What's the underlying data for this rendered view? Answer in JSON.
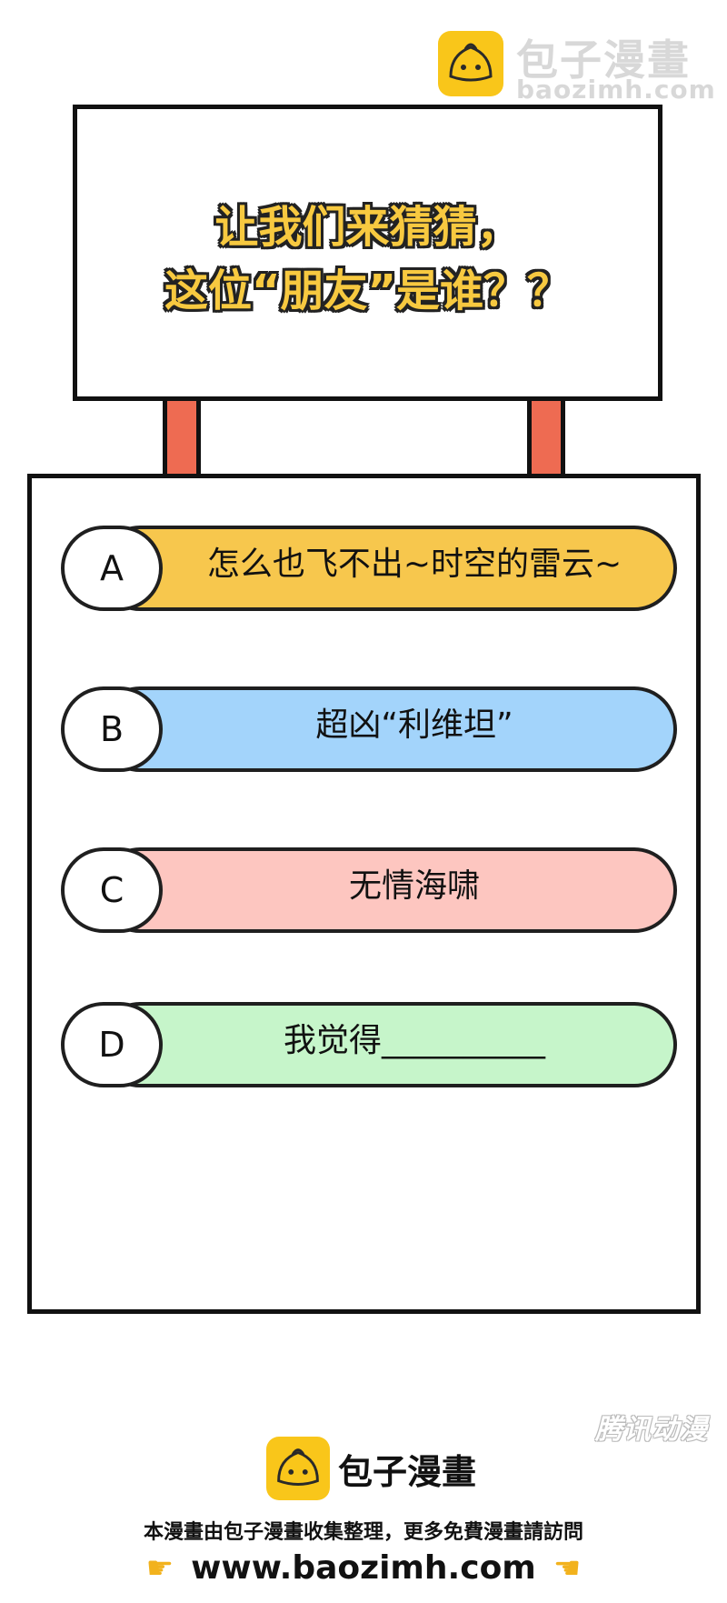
{
  "watermark": {
    "brand": "包子漫畫",
    "url": "baozimh.com"
  },
  "question": {
    "line1": "让我们来猜猜，",
    "line2": "这位“朋友”是谁？？",
    "title_color": "#f7c940"
  },
  "options": [
    {
      "letter": "A",
      "text": "怎么也飞不出~时空的雷云~",
      "color": "#f7c74d"
    },
    {
      "letter": "B",
      "text": "超凶“利维坦”",
      "color": "#a3d4fb"
    },
    {
      "letter": "C",
      "text": "无情海啸",
      "color": "#fdc6c0"
    },
    {
      "letter": "D",
      "text": "我觉得__________",
      "color": "#c6f5ca"
    }
  ],
  "tencent_watermark": "腾讯动漫",
  "footer": {
    "brand": "包子漫畫",
    "note": "本漫畫由包子漫畫收集整理，更多免費漫畫請訪問",
    "url": "www.baozimh.com",
    "left_icon": "pointing-right-hand-icon",
    "right_icon": "pointing-left-hand-icon"
  },
  "colors": {
    "post": "#ee6b52",
    "logo_yellow": "#f9c61a"
  }
}
